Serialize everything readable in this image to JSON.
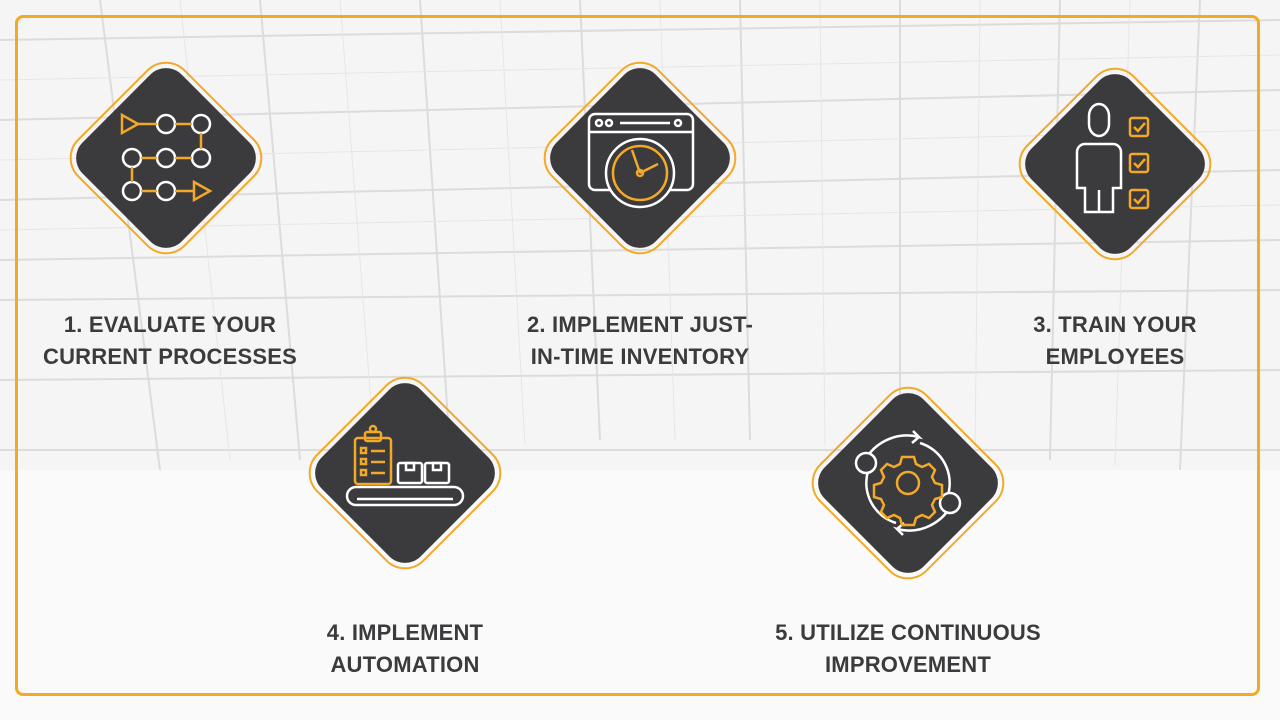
{
  "colors": {
    "accent": "#f3a928",
    "diamond": "#3b3b3d",
    "icon_line": "#ffffff",
    "title": "#3b3b3d"
  },
  "steps": [
    {
      "title_line1": "1. EVALUATE YOUR",
      "title_line2": "CURRENT PROCESSES",
      "icon": "process-flow-icon"
    },
    {
      "title_line1": "2. IMPLEMENT JUST-",
      "title_line2": "IN-TIME INVENTORY",
      "icon": "browser-clock-icon"
    },
    {
      "title_line1": "3. TRAIN YOUR",
      "title_line2": "EMPLOYEES",
      "icon": "employee-checklist-icon"
    },
    {
      "title_line1": "4. IMPLEMENT",
      "title_line2": "AUTOMATION",
      "icon": "conveyor-automation-icon"
    },
    {
      "title_line1": "5. UTILIZE CONTINUOUS",
      "title_line2": "IMPROVEMENT",
      "icon": "gear-cycle-icon"
    }
  ]
}
